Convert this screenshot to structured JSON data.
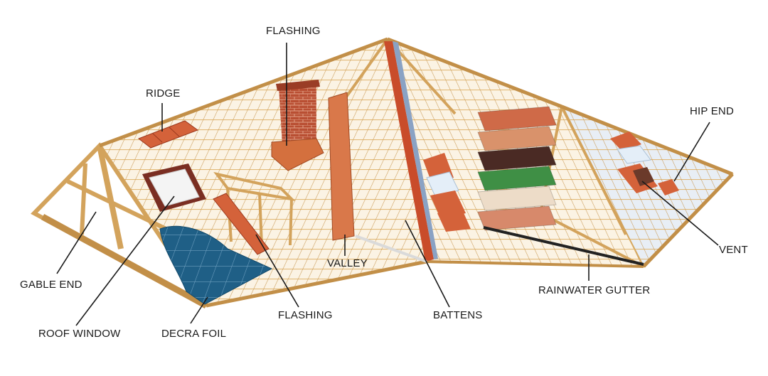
{
  "labels": {
    "flashing_top": "FLASHING",
    "ridge": "RIDGE",
    "hip_end": "HIP END",
    "vent": "VENT",
    "gable_end": "GABLE END",
    "valley": "VALLEY",
    "rainwater_gutter": "RAINWATER GUTTER",
    "roof_window": "ROOF WINDOW",
    "decra_foil": "DECRA FOIL",
    "flashing_bottom": "FLASHING",
    "battens": "BATTENS"
  },
  "colors": {
    "text": "#1a1a1a",
    "timber": "#e2b872",
    "timber_dark": "#b9843f",
    "tile": "#d4623a",
    "foil": "#1f5f86",
    "gutter": "#222222",
    "valley_metal": "#8aa2c4",
    "chimney": "#b94f33"
  },
  "sample_tiles": [
    "#cf6a48",
    "#d9926b",
    "#4a2a24",
    "#3f8f45",
    "#eddcc8",
    "#d7896b"
  ]
}
